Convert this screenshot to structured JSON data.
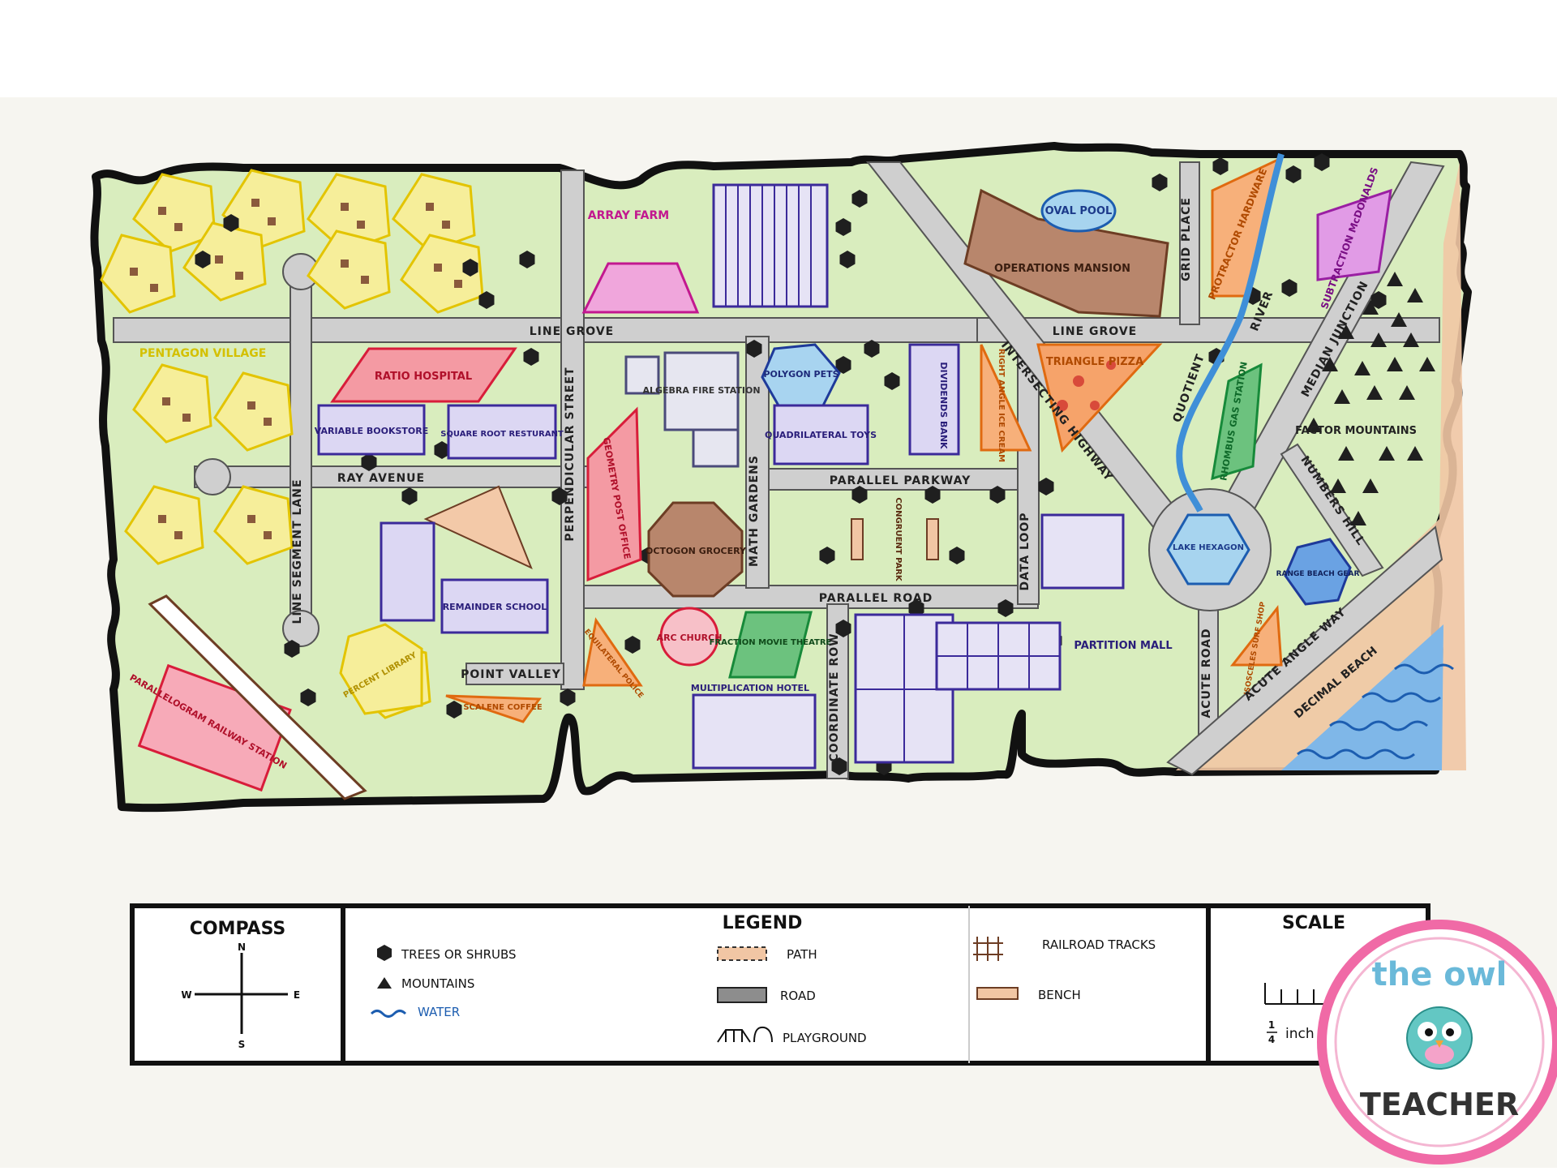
{
  "map": {
    "areas": {
      "pentagon_village": "PENTAGON VILLAGE",
      "array_farm": "ARRAY FARM",
      "oval_pool": "OVAL POOL",
      "operations_mansion": "OPERATIONS MANSION",
      "protractor_hardware": "PROTRACTOR HARDWARE",
      "subtraction_mcdonalds": "SUBTRACTION McDONALDS",
      "ratio_hospital": "RATIO HOSPITAL",
      "variable_bookstore": "VARIABLE BOOKSTORE",
      "square_root_restaurant": "SQUARE ROOT RESTURANT",
      "algebra_fire_station": "ALGEBRA FIRE STATION",
      "polygon_pets": "POLYGON PETS",
      "quadrilateral_toys": "QUADRILATERAL TOYS",
      "dividends_bank": "DIVIDENDS BANK",
      "right_angle_ice_cream": "RIGHT ANGLE ICE CREAM",
      "triangle_pizza": "TRIANGLE PIZZA",
      "rhombus_gas_station": "RHOMBUS GAS STATION",
      "factor_mountains": "FACTOR MOUNTAINS",
      "geometry_post_office": "GEOMETRY POST OFFICE",
      "octogon_grocery": "OCTOGON GROCERY",
      "congruent_park": "CONGRUENT PARK",
      "lake_hexagon": "LAKE HEXAGON",
      "range_beach_gear": "RANGE BEACH GEAR",
      "remainder_school": "REMAINDER SCHOOL",
      "percent_library": "PERCENT LIBRARY",
      "scalene_coffee": "SCALENE COFFEE",
      "equilateral_police": "EQUILATERAL POLICE",
      "arc_church": "ARC CHURCH",
      "fraction_movie_theatre": "FRACTION MOVIE THEATRE",
      "multiplication_hotel": "MULTIPLICATION HOTEL",
      "partition_mall": "PARTITION MALL",
      "isosceles_surf_shop": "ISOSCELES SURF SHOP",
      "parallelogram_railway_station": "PARALLELOGRAM RAILWAY STATION",
      "decimal_beach": "DECIMAL BEACH"
    },
    "streets": {
      "line_grove_west": "LINE GROVE",
      "line_grove_east": "LINE GROVE",
      "ray_avenue": "RAY AVENUE",
      "line_segment_lane": "LINE SEGMENT LANE",
      "perpendicular_street": "PERPENDICULAR STREET",
      "math_gardens": "MATH GARDENS",
      "parallel_parkway": "PARALLEL PARKWAY",
      "parallel_road": "PARALLEL ROAD",
      "intersecting_highway": "INTERSECTING HIGHWAY",
      "data_loop": "DATA LOOP",
      "coordinate_row": "COORDINATE ROW",
      "point_valley": "POINT VALLEY",
      "grid_place": "GRID PLACE",
      "river": "RIVER",
      "quotient": "QUOTIENT",
      "median_junction": "MEDIAN JUNCTION",
      "numbers_hill": "NUMBERS HILL",
      "acute_road": "ACUTE ROAD",
      "acute_angle_way": "ACUTE ANGLE WAY"
    }
  },
  "compass": {
    "title": "COMPASS",
    "n": "N",
    "s": "S",
    "e": "E",
    "w": "W"
  },
  "legend": {
    "title": "LEGEND",
    "items": [
      {
        "label": "TREES OR SHRUBS",
        "icon": "hexagon-tree-icon"
      },
      {
        "label": "MOUNTAINS",
        "icon": "triangle-mountain-icon"
      },
      {
        "label": "WATER",
        "icon": "wave-water-icon"
      },
      {
        "label": "PATH",
        "icon": "dashed-path-icon"
      },
      {
        "label": "ROAD",
        "icon": "road-swatch-icon"
      },
      {
        "label": "PLAYGROUND",
        "icon": "playground-icon"
      },
      {
        "label": "RAILROAD TRACKS",
        "icon": "railroad-icon"
      },
      {
        "label": "BENCH",
        "icon": "bench-icon"
      }
    ]
  },
  "scale": {
    "title": "SCALE",
    "unit_num": "1",
    "unit_den": "4",
    "unit_label": "inch"
  },
  "logo": {
    "top": "the owl",
    "bottom": "TEACHER"
  },
  "colors": {
    "grass": "#d9edbe",
    "road": "#c9c9c9",
    "tree": "#1f1f1f",
    "water": "#3f8fd8",
    "beach": "#f1c6a4",
    "pentagon": "#f6ee9a",
    "logo_ring": "#f06aa6"
  }
}
